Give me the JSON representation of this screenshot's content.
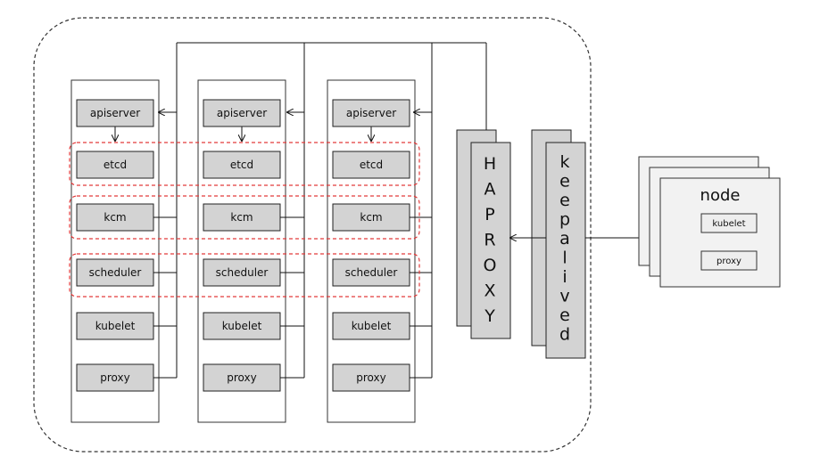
{
  "masters": [
    {
      "components": [
        "apiserver",
        "etcd",
        "kcm",
        "scheduler",
        "kubelet",
        "proxy"
      ]
    },
    {
      "components": [
        "apiserver",
        "etcd",
        "kcm",
        "scheduler",
        "kubelet",
        "proxy"
      ]
    },
    {
      "components": [
        "apiserver",
        "etcd",
        "kcm",
        "scheduler",
        "kubelet",
        "proxy"
      ]
    }
  ],
  "haproxy": {
    "letters": [
      "H",
      "A",
      "P",
      "R",
      "O",
      "X",
      "Y"
    ]
  },
  "keepalived": {
    "letters": [
      "k",
      "e",
      "e",
      "p",
      "a",
      "l",
      "i",
      "v",
      "e",
      "d"
    ]
  },
  "node": {
    "title": "node",
    "components": [
      "kubelet",
      "proxy"
    ]
  }
}
